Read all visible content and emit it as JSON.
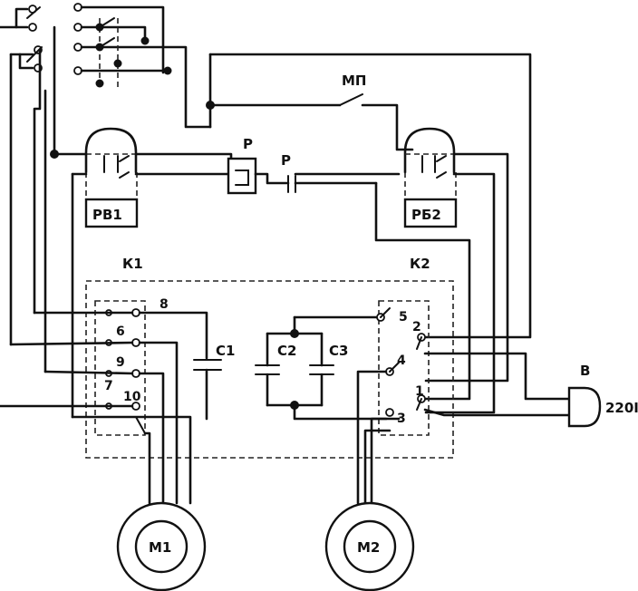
{
  "labels": {
    "mp": "МП",
    "relay_coil": "Р",
    "relay_contact": "Р",
    "rv1": "РВ1",
    "rv2": "РБ2",
    "k1": "К1",
    "k2": "К2",
    "c1": "С1",
    "c2": "С2",
    "c3": "С3",
    "switch_b": "В",
    "supply": "220I",
    "motor1": "М1",
    "motor2": "М2"
  },
  "k1_terminals": [
    "8",
    "6",
    "9",
    "7",
    "10"
  ],
  "k2_terminals": [
    "5",
    "2",
    "4",
    "1",
    "3"
  ]
}
